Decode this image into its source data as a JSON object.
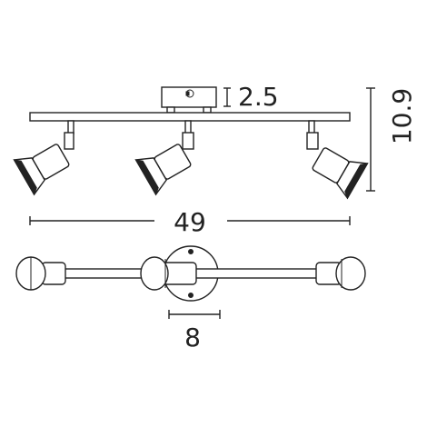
{
  "dimensions": {
    "base_height": "2.5",
    "total_height": "10.9",
    "total_width": "49",
    "canopy_diameter": "8"
  },
  "colors": {
    "line": "#222222",
    "background": "#ffffff"
  }
}
